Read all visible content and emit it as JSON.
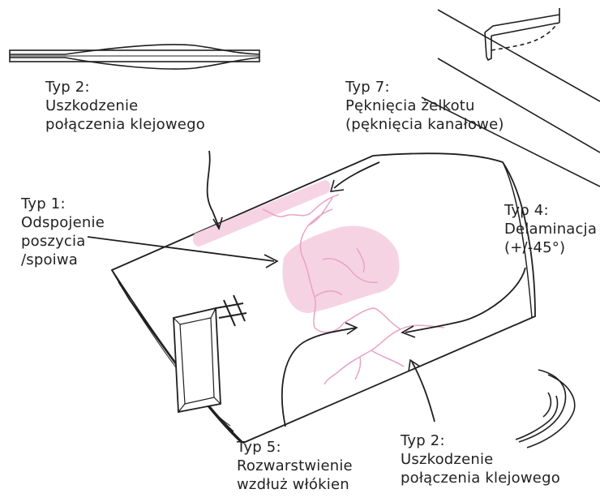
{
  "labels": {
    "typ2_top": {
      "line1": "Typ 2:",
      "line2": "Uszkodzenie",
      "line3": "połączenia klejowego"
    },
    "typ7": {
      "line1": "Typ 7:",
      "line2": "Pęknięcia żelkotu",
      "line3": "(pęknięcia kanałowe)"
    },
    "typ1": {
      "line1": "Typ 1:",
      "line2": "Odspojenie",
      "line3": "poszycia",
      "line4": "/spoiwa"
    },
    "typ4": {
      "line1": "Typ 4:",
      "line2": "Delaminacja",
      "line3": "(+/-45°)"
    },
    "typ5": {
      "line1": "Typ 5:",
      "line2": "Rozwarstwienie",
      "line3": "wzdłuż włókien"
    },
    "typ2_bottom": {
      "line1": "Typ 2:",
      "line2": "Uszkodzenie",
      "line3": "połączenia klejowego"
    }
  },
  "colors": {
    "line": "#1f1f1f",
    "damage_fill": "#f6cfe1",
    "crack": "#e9a3c6"
  }
}
